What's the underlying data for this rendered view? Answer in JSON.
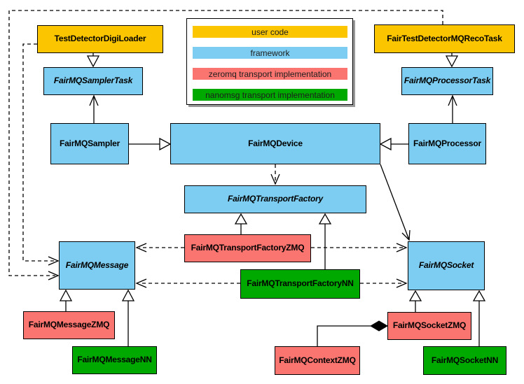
{
  "palette": {
    "user_code": "#FBC500",
    "framework": "#7CCDF1",
    "zeromq_impl": "#FA7570",
    "nanomsg_impl": "#00A900",
    "line": "#000000",
    "background": "#FFFFFF",
    "legend_shadow": "#9A9A9A"
  },
  "legend": {
    "items": [
      {
        "label": "user code",
        "color": "#FBC500"
      },
      {
        "label": "framework",
        "color": "#7CCDF1"
      },
      {
        "label": "zeromq transport implementation",
        "color": "#FA7570"
      },
      {
        "label": "nanomsg transport implementation",
        "color": "#00A900"
      }
    ]
  },
  "nodes": {
    "digi_loader": {
      "label": "TestDetectorDigiLoader",
      "category": "user_code",
      "abstract": false
    },
    "sampler_task": {
      "label": "FairMQSamplerTask",
      "category": "framework",
      "abstract": true
    },
    "sampler": {
      "label": "FairMQSampler",
      "category": "framework",
      "abstract": false
    },
    "reco_task": {
      "label": "FairTestDetectorMQRecoTask",
      "category": "user_code",
      "abstract": false
    },
    "processor_task": {
      "label": "FairMQProcessorTask",
      "category": "framework",
      "abstract": true
    },
    "processor": {
      "label": "FairMQProcessor",
      "category": "framework",
      "abstract": false
    },
    "device": {
      "label": "FairMQDevice",
      "category": "framework",
      "abstract": false
    },
    "transport_factory": {
      "label": "FairMQTransportFactory",
      "category": "framework",
      "abstract": true
    },
    "transport_factory_zmq": {
      "label": "FairMQTransportFactoryZMQ",
      "category": "zeromq_impl",
      "abstract": false
    },
    "transport_factory_nn": {
      "label": "FairMQTransportFactoryNN",
      "category": "nanomsg_impl",
      "abstract": false
    },
    "message": {
      "label": "FairMQMessage",
      "category": "framework",
      "abstract": true
    },
    "socket": {
      "label": "FairMQSocket",
      "category": "framework",
      "abstract": true
    },
    "message_zmq": {
      "label": "FairMQMessageZMQ",
      "category": "zeromq_impl",
      "abstract": false
    },
    "message_nn": {
      "label": "FairMQMessageNN",
      "category": "nanomsg_impl",
      "abstract": false
    },
    "context_zmq": {
      "label": "FairMQContextZMQ",
      "category": "zeromq_impl",
      "abstract": false
    },
    "socket_zmq": {
      "label": "FairMQSocketZMQ",
      "category": "zeromq_impl",
      "abstract": false
    },
    "socket_nn": {
      "label": "FairMQSocketNN",
      "category": "nanomsg_impl",
      "abstract": false
    }
  },
  "relations": [
    {
      "from": "digi_loader",
      "to": "sampler_task",
      "type": "inheritance",
      "line": "solid"
    },
    {
      "from": "reco_task",
      "to": "processor_task",
      "type": "inheritance",
      "line": "solid"
    },
    {
      "from": "sampler",
      "to": "device",
      "type": "inheritance",
      "line": "solid"
    },
    {
      "from": "processor",
      "to": "device",
      "type": "inheritance",
      "line": "solid"
    },
    {
      "from": "transport_factory_zmq",
      "to": "transport_factory",
      "type": "inheritance",
      "line": "solid"
    },
    {
      "from": "transport_factory_nn",
      "to": "transport_factory",
      "type": "inheritance",
      "line": "solid"
    },
    {
      "from": "message_zmq",
      "to": "message",
      "type": "inheritance",
      "line": "solid"
    },
    {
      "from": "message_nn",
      "to": "message",
      "type": "inheritance",
      "line": "solid"
    },
    {
      "from": "socket_zmq",
      "to": "socket",
      "type": "inheritance",
      "line": "solid"
    },
    {
      "from": "socket_nn",
      "to": "socket",
      "type": "inheritance",
      "line": "solid"
    },
    {
      "from": "sampler",
      "to": "sampler_task",
      "type": "association",
      "line": "solid"
    },
    {
      "from": "processor",
      "to": "processor_task",
      "type": "association",
      "line": "solid"
    },
    {
      "from": "device",
      "to": "socket",
      "type": "association",
      "line": "solid"
    },
    {
      "from": "device",
      "to": "transport_factory",
      "type": "dependency",
      "line": "dashed"
    },
    {
      "from": "transport_factory_zmq",
      "to": "message",
      "type": "dependency",
      "line": "dashed"
    },
    {
      "from": "transport_factory_zmq",
      "to": "socket",
      "type": "dependency",
      "line": "dashed"
    },
    {
      "from": "transport_factory_nn",
      "to": "message",
      "type": "dependency",
      "line": "dashed"
    },
    {
      "from": "transport_factory_nn",
      "to": "socket",
      "type": "dependency",
      "line": "dashed"
    },
    {
      "from": "digi_loader",
      "to": "message",
      "type": "dependency",
      "line": "dashed"
    },
    {
      "from": "reco_task",
      "to": "message",
      "type": "dependency",
      "line": "dashed"
    },
    {
      "from": "context_zmq",
      "to": "socket_zmq",
      "type": "composition",
      "line": "solid"
    }
  ]
}
